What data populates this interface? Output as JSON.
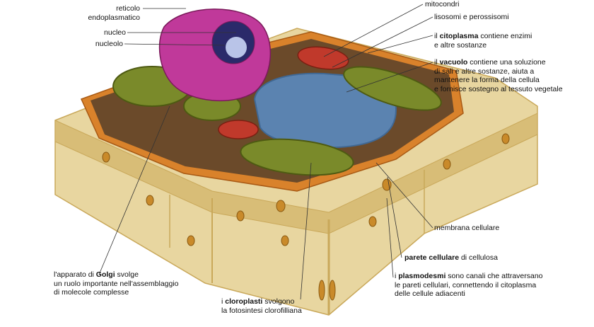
{
  "labels": {
    "reticolo": {
      "line1": "reticolo",
      "line2": "endoplasmatico"
    },
    "nucleo": "nucleo",
    "nucleolo": "nucleolo",
    "mitocondri": "mitocondri",
    "lisosomi": "lisosomi e perossisomi",
    "citoplasma": {
      "pre": "il ",
      "key": "citoplasma",
      "rest": " contiene enzimi",
      "line2": "e altre sostanze"
    },
    "vacuolo": {
      "pre": "il ",
      "key": "vacuolo",
      "rest": " contiene una soluzione",
      "line2": "di sali e altre sostanze, aiuta a",
      "line3": "mantenere la forma della cellula",
      "line4": "e fornisce sostegno al tessuto vegetale"
    },
    "membrana": "membrana cellulare",
    "parete": {
      "key": "parete cellulare",
      "rest": " di cellulosa"
    },
    "plasmodesmi": {
      "pre": "i ",
      "key": "plasmodesmi",
      "rest": " sono canali che attraversano",
      "line2": "le pareti cellulari, connettendo il citoplasma",
      "line3": "delle cellule adiacenti"
    },
    "golgi": {
      "pre": "l'apparato di ",
      "key": "Golgi",
      "rest": " svolge",
      "line2": "un ruolo importante nell'assemblaggio",
      "line3": "di molecole complesse"
    },
    "cloroplasti": {
      "pre": "i ",
      "key": "cloroplasti",
      "rest": " svolgono",
      "line2": "la fotosintesi clorofilliana"
    }
  },
  "colors": {
    "wall": "#e8d6a0",
    "wall_dark": "#c9a85a",
    "membrane": "#d9822b",
    "cytoplasm": "#6b4a2a",
    "vacuole": "#5b87b8",
    "chloroplast": "#7a8a2a",
    "mitochondrion": "#c0392b",
    "nucleus": "#c0399a",
    "nucleolus": "#b9c4e8"
  }
}
